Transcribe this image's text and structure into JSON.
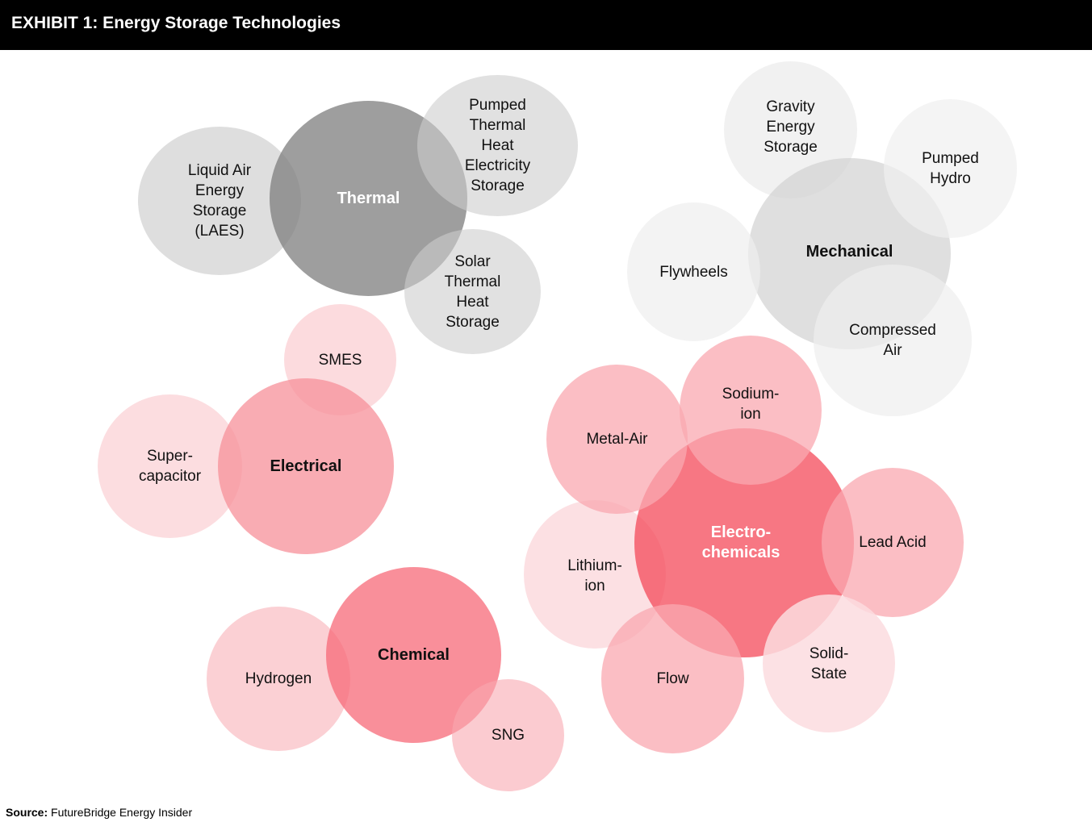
{
  "header": {
    "title": "EXHIBIT 1: Energy Storage Technologies"
  },
  "footer": {
    "source_label": "Source:",
    "source_text": "FutureBridge Energy Insider"
  },
  "colors": {
    "header_bg": "#000000",
    "thermal_core": "#8a8a8a",
    "grey_light": "#dcdcdc",
    "grey_very_light": "#efefef",
    "electrochemical_core": "#f44a5a",
    "red_light": "#f7a3ab",
    "pink_light": "#fbc9cd"
  },
  "bubbles": {
    "laes": "Liquid Air\nEnergy\nStorage\n(LAES)",
    "thermal": "Thermal",
    "ptes": "Pumped\nThermal\nHeat\nElectricity\nStorage",
    "solar": "Solar\nThermal\nHeat\nStorage",
    "gravity": "Gravity\nEnergy\nStorage",
    "pumped_hydro": "Pumped\nHydro",
    "flywheels": "Flywheels",
    "mechanical": "Mechanical",
    "compressed_air": "Compressed\nAir",
    "smes": "SMES",
    "supercapacitor": "Super-\ncapacitor",
    "electrical": "Electrical",
    "metal_air": "Metal-Air",
    "sodium_ion": "Sodium-\nion",
    "electrochemicals": "Electro-\nchemicals",
    "lithium_ion": "Lithium-\nion",
    "lead_acid": "Lead Acid",
    "flow": "Flow",
    "solid_state": "Solid-\nState",
    "hydrogen": "Hydrogen",
    "chemical": "Chemical",
    "sng": "SNG"
  }
}
